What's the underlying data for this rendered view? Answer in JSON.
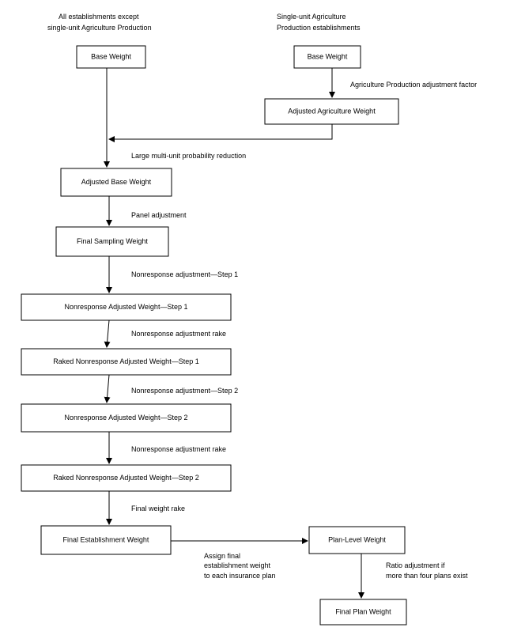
{
  "headers": {
    "left_line1": "All establishments  except",
    "left_line2": "single-unit  Agriculture Production",
    "right_line1": "Single-unit  Agriculture",
    "right_line2": "Production  establishments"
  },
  "boxes": {
    "base_weight_left": "Base Weight",
    "base_weight_right": "Base Weight",
    "adjusted_agriculture_weight": "Adjusted  Agriculture  Weight",
    "adjusted_base_weight": "Adjusted  Base Weight",
    "final_sampling_weight": "Final  Sampling Weight",
    "nonresponse_adjusted_step1": "Nonresponse  Adjusted  Weight—Step  1",
    "raked_nonresponse_step1": "Raked  Nonresponse  Adjusted  Weight—Step  1",
    "nonresponse_adjusted_step2": "Nonresponse  Adjusted  Weight—Step  2",
    "raked_nonresponse_step2": "Raked  Nonresponse  Adjusted  Weight—Step  2",
    "final_establishment_weight": "Final  Establishment  Weight",
    "plan_level_weight": "Plan-Level  Weight",
    "final_plan_weight": "Final  Plan Weight"
  },
  "edge_labels": {
    "agriculture_adjustment_factor": "Agriculture  Production  adjustment  factor",
    "large_multi_unit": "Large multi-unit  probability  reduction",
    "panel_adjustment": "Panel  adjustment",
    "nonresponse_step1": "Nonresponse  adjustment—Step  1",
    "nonresponse_rake_1": "Nonresponse  adjustment  rake",
    "nonresponse_step2": "Nonresponse  adjustment—Step  2",
    "nonresponse_rake_2": "Nonresponse  adjustment  rake",
    "final_weight_rake": "Final  weight  rake",
    "assign_line1": "Assign  final",
    "assign_line2": "establishment  weight",
    "assign_line3": "to each  insurance  plan",
    "ratio_line1": "Ratio  adjustment  if",
    "ratio_line2": "more than  four  plans  exist"
  }
}
